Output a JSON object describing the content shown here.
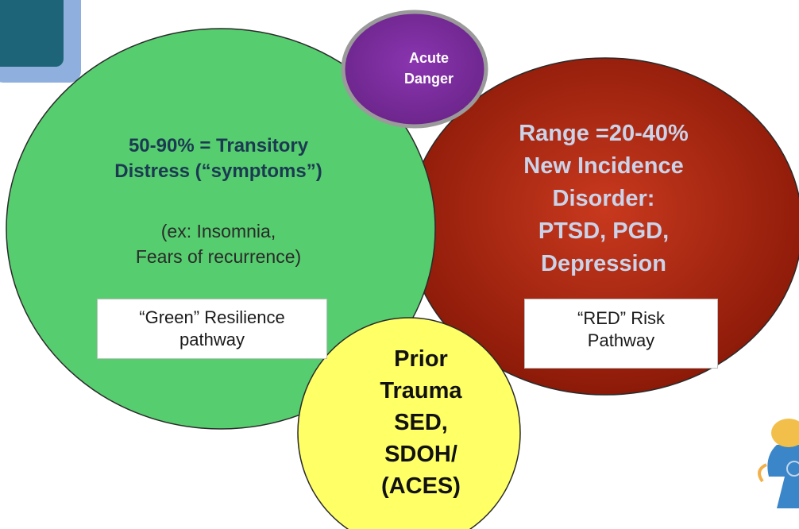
{
  "colors": {
    "green_circle": "#56cd6e",
    "red_circle": "#b52a14",
    "yellow_circle": "#ffff66",
    "purple_circle": "#7d2fa0",
    "red_heading_text": "#cbd3e8",
    "green_heading_text": "#1b3a52"
  },
  "purple_circle": {
    "line1": "Acute",
    "line2": "Danger"
  },
  "green_circle": {
    "heading_line1": "50-90% = Transitory",
    "heading_line2": "Distress  (“symptoms”)",
    "example_line1": "(ex: Insomnia,",
    "example_line2": "Fears of recurrence)",
    "box_line1": "“Green” Resilience",
    "box_line2": "pathway"
  },
  "red_circle": {
    "heading_lines": [
      "Range =20-40%",
      "New Incidence",
      "Disorder:",
      "PTSD, PGD,",
      "Depression"
    ],
    "box_line1": "“RED” Risk",
    "box_line2": "Pathway"
  },
  "yellow_circle": {
    "lines": [
      "Prior",
      "Trauma",
      "SED,",
      "SDOH/",
      "(ACES)"
    ]
  }
}
